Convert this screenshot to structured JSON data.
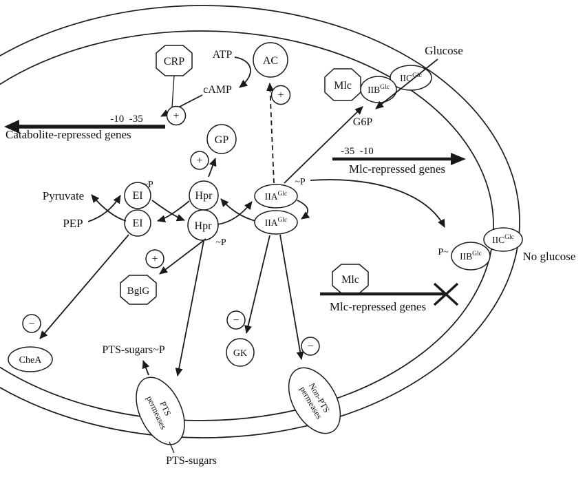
{
  "colors": {
    "ink": "#1a1a1a",
    "background": "#ffffff"
  },
  "labels": {
    "glucose": "Glucose",
    "g6p": "G6P",
    "atp": "ATP",
    "camp": "cAMP",
    "pyruvate": "Pyruvate",
    "pep": "PEP",
    "pts_sugars_p": "PTS-sugars~P",
    "pts_sugars": "PTS-sugars",
    "no_glucose": "No glucose",
    "p_prefix": "P~",
    "phospho": "~P",
    "plus": "+",
    "minus": "−"
  },
  "nodes": {
    "crp": "CRP",
    "ac": "AC",
    "gp": "GP",
    "mlc": "Mlc",
    "ei": "EI",
    "hpr": "Hpr",
    "iia": "IIA",
    "iib": "IIB",
    "iic": "IIC",
    "glc_sup": "Glc",
    "bglg": "BglG",
    "chea": "CheA",
    "gk": "GK"
  },
  "promoters": {
    "catabolite": {
      "boxes": "-10  -35",
      "genes": "Catabolite-repressed genes"
    },
    "mlc_active": {
      "boxes": "-35  -10",
      "genes": "Mlc-repressed genes"
    },
    "mlc_repressed": {
      "genes": "Mlc-repressed genes"
    }
  },
  "transporters": {
    "pts": {
      "line1": "PTS",
      "line2": "permeases"
    },
    "non_pts": {
      "line1": "Non-PTS",
      "line2": "permeases"
    }
  }
}
